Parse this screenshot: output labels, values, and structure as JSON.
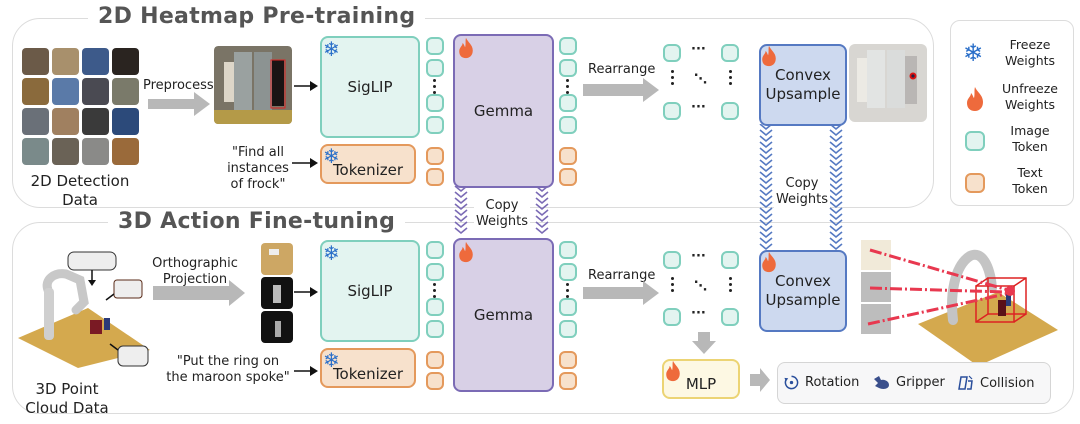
{
  "sections": {
    "pretraining": {
      "title": "2D Heatmap Pre-training"
    },
    "finetuning": {
      "title": "3D Action Fine-tuning"
    }
  },
  "pretraining": {
    "data_label_line1": "2D Detection",
    "data_label_line2": "Data",
    "preprocess_label": "Preprocess",
    "prompt_line1": "\"Find all",
    "prompt_line2": "instances",
    "prompt_line3": "of frock\"",
    "siglip_label": "SigLIP",
    "tokenizer_label": "Tokenizer",
    "gemma_label": "Gemma",
    "rearrange_label": "Rearrange",
    "convex_line1": "Convex",
    "convex_line2": "Upsample"
  },
  "copy_weights": {
    "line1": "Copy",
    "line2": "Weights"
  },
  "finetuning": {
    "data_label_line1": "3D Point",
    "data_label_line2": "Cloud Data",
    "projection_line1": "Orthographic",
    "projection_line2": "Projection",
    "prompt_line1": "\"Put the ring on",
    "prompt_line2": "the maroon spoke\"",
    "siglip_label": "SigLIP",
    "tokenizer_label": "Tokenizer",
    "gemma_label": "Gemma",
    "rearrange_label": "Rearrange",
    "convex_line1": "Convex",
    "convex_line2": "Upsample",
    "mlp_label": "MLP",
    "outputs": [
      {
        "icon": "rotation-icon",
        "label": "Rotation"
      },
      {
        "icon": "gripper-icon",
        "label": "Gripper"
      },
      {
        "icon": "collision-icon",
        "label": "Collision"
      }
    ]
  },
  "legend": {
    "freeze_line1": "Freeze",
    "freeze_line2": "Weights",
    "unfreeze_line1": "Unfreeze",
    "unfreeze_line2": "Weights",
    "image_line1": "Image",
    "image_line2": "Token",
    "text_line1": "Text",
    "text_line2": "Token"
  },
  "colors": {
    "freeze": "#2a6fc9",
    "unfreeze": "#ee6a3c",
    "image_token": "#7fcfbd",
    "text_token": "#e4995c",
    "gemma": "#7b6bb5",
    "convex": "#5579c2",
    "heatmap_ray": "#e8384f"
  }
}
